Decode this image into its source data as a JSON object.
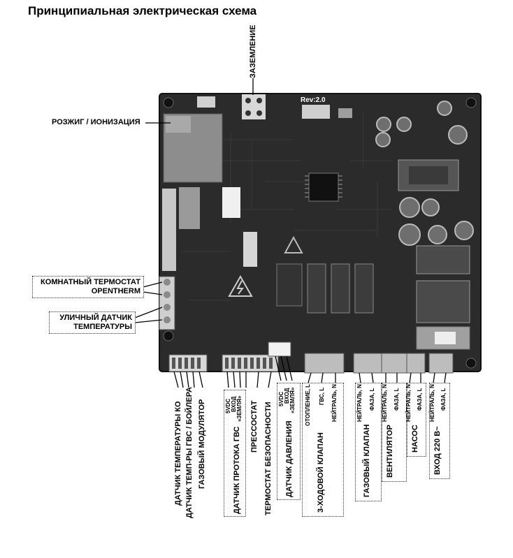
{
  "title": "Принципиальная электрическая схема",
  "board": {
    "rev": "Rev:2.0",
    "warning_symbol": "high-voltage-warning-icon",
    "esd_symbol": "esd-sensitive-icon",
    "colors": {
      "pcb": "#2c2c2c",
      "pcb_dark": "#1c1c1c",
      "component": "#888888",
      "connector": "#d9d9d9"
    }
  },
  "labels": {
    "grounding": "ЗАЗЕМЛЕНИЕ",
    "ignition": "РОЗЖИГ / ИОНИЗАЦИЯ",
    "room_thermostat_line1": "КОМНАТНЫЙ ТЕРМОСТАТ",
    "room_thermostat_line2": "OPENTHERM",
    "outdoor_sensor_line1": "УЛИЧНЫЙ ДАТЧИК",
    "outdoor_sensor_line2": "ТЕМПЕРАТУРЫ"
  },
  "bottom": {
    "sensor_ko": "ДАТЧИК ТЕМПЕРАТУРЫ КО",
    "sensor_dhw": "ДАТЧИК ТЕМП-РЫ ГВС / БОЙЛЕРА",
    "gas_modulator": "ГАЗОВЫЙ МОДУЛЯТОР",
    "flow_5vdc": "5VDC",
    "flow_input": "ВХОД",
    "flow_ground": "«ЗЕМЛЯ»",
    "flow_sensor": "ДАТЧИК ПРОТОКА ГВС",
    "pressostat": "ПРЕССОСТАТ",
    "safety_thermostat": "ТЕРМОСТАТ БЕЗОПАСНОСТИ",
    "press_5vdc": "5VDC",
    "press_input": "ВХОД",
    "press_ground": "«ЗЕМЛЯ»",
    "pressure_sensor": "ДАТЧИК ДАВЛЕНИЯ",
    "valve_heating": "ОТОПЛЕНИЕ, L",
    "valve_dhw": "ГВС, L",
    "valve_neutral": "НЕЙТРАЛЬ, N",
    "three_way_valve": "3-ХОДОВОЙ КЛАПАН",
    "gas_neutral": "НЕЙТРАЛЬ, N",
    "gas_phase": "ФАЗА, L",
    "gas_valve": "ГАЗОВЫЙ КЛАПАН",
    "fan_neutral": "НЕЙТРАЛЬ, N",
    "fan_phase": "ФАЗА, L",
    "fan": "ВЕНТИЛЯТОР",
    "pump_neutral": "НЕЙТРАЛЬ, N",
    "pump_phase": "ФАЗА, L",
    "pump": "НАСОС",
    "in_neutral": "НЕЙТРАЛЬ, N",
    "in_phase": "ФАЗА, L",
    "input_220": "ВХОД 220 В~"
  }
}
